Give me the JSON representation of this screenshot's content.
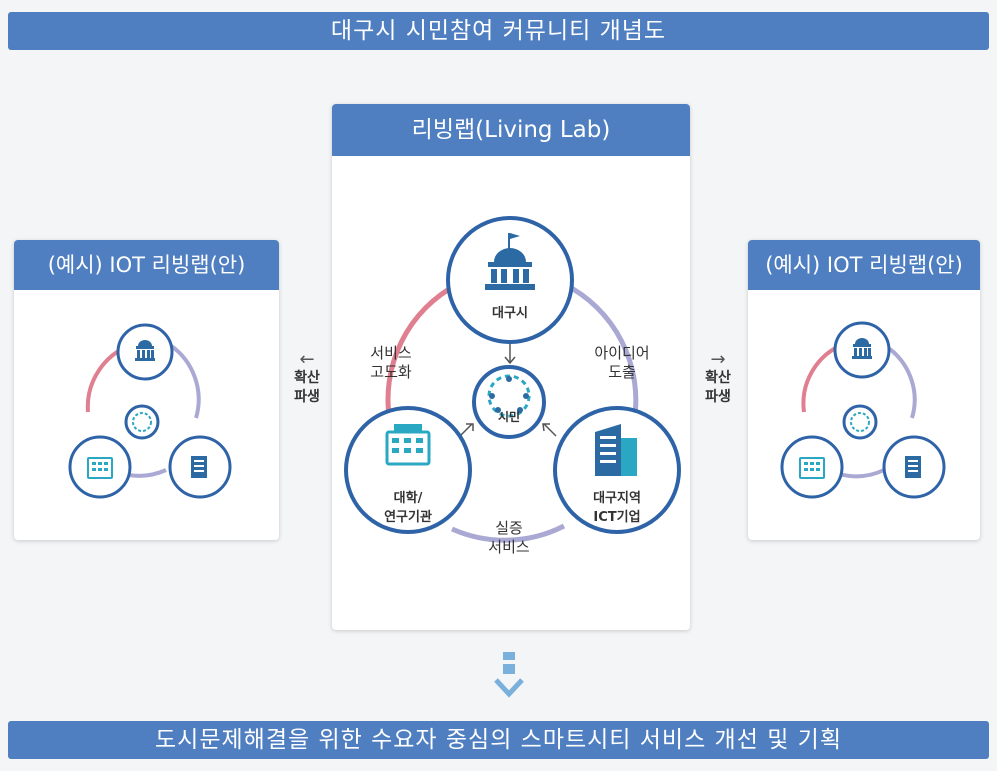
{
  "top_title": "대구시 시민참여 커뮤니티 개념도",
  "center": {
    "title": "리빙랩(Living Lab)",
    "node_city": "대구시",
    "node_citizen": "시민",
    "node_univ_line1": "대학/",
    "node_univ_line2": "연구기관",
    "node_ict_line1": "대구지역",
    "node_ict_line2": "ICT기업",
    "edge_left_line1": "서비스",
    "edge_left_line2": "고도화",
    "edge_right_line1": "아이디어",
    "edge_right_line2": "도출",
    "edge_bottom_line1": "실증",
    "edge_bottom_line2": "서비스"
  },
  "left_example_title": "(예시) IOT 리빙랩(안)",
  "right_example_title": "(예시) IOT 리빙랩(안)",
  "spread_left": {
    "arrow": "←",
    "line1": "확산",
    "line2": "파생"
  },
  "spread_right": {
    "arrow": "→",
    "line1": "확산",
    "line2": "파생"
  },
  "bottom_title": "도시문제해결을 위한 수요자 중심의 스마트시티 서비스 개선 및 기획",
  "colors": {
    "brand_blue": "#4f7fc1",
    "node_border": "#2f63a8",
    "icon_blue": "#2b6aa3",
    "icon_teal": "#2aa7c2",
    "ring_pink": "#e07f90",
    "ring_lavender": "#a9a9d4"
  }
}
